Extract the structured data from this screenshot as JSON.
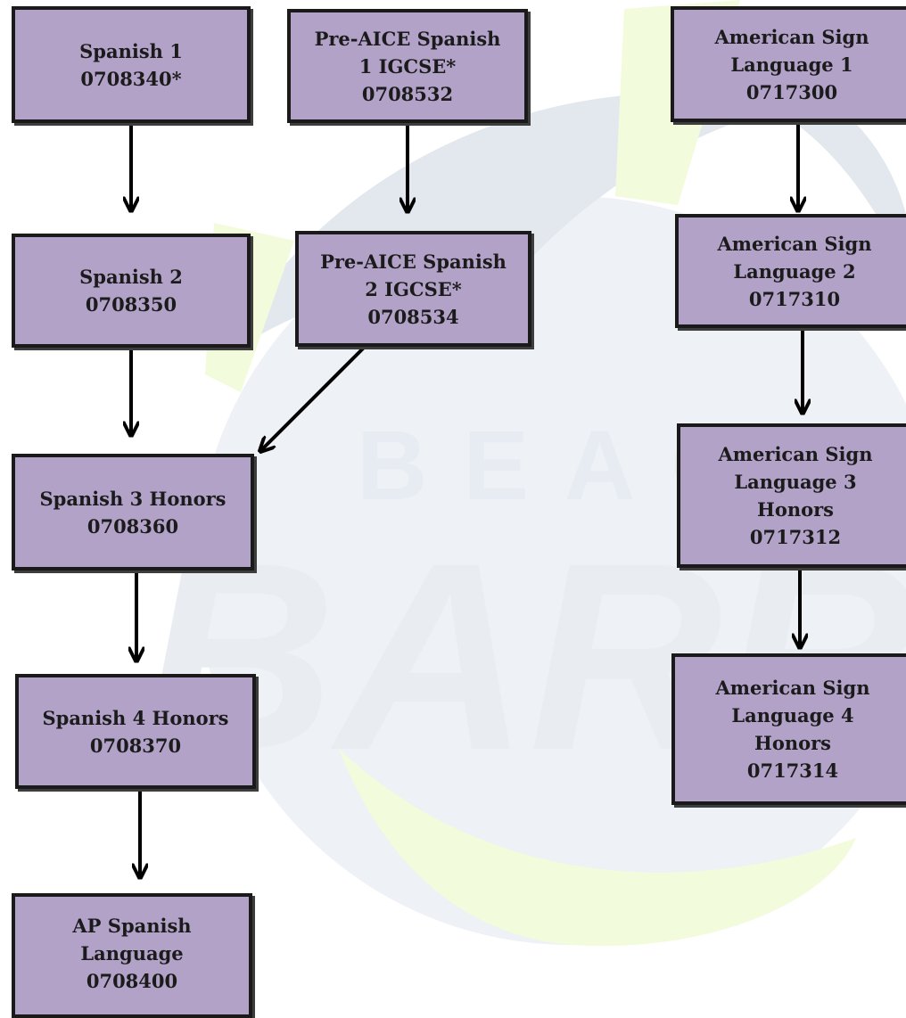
{
  "colors": {
    "box_fill": "#b2a2c8",
    "box_border": "#1a1a1a",
    "watermark_gray": "#e1e6ec",
    "watermark_green": "#f2fbdc"
  },
  "watermark": {
    "text_top": "BEAC",
    "text_bottom": "BARRA"
  },
  "spanish": {
    "s1": {
      "lines": [
        "Spanish 1",
        "0708340*"
      ]
    },
    "s2": {
      "lines": [
        "Spanish 2",
        "0708350"
      ]
    },
    "s3": {
      "lines": [
        "Spanish 3 Honors",
        "0708360"
      ]
    },
    "s4": {
      "lines": [
        "Spanish 4 Honors",
        "0708370"
      ]
    },
    "ap": {
      "lines": [
        "AP Spanish",
        "Language",
        "0708400"
      ]
    }
  },
  "pre_aice": {
    "p1": {
      "lines": [
        "Pre-AICE Spanish",
        "1 IGCSE*",
        "0708532"
      ]
    },
    "p2": {
      "lines": [
        "Pre-AICE Spanish",
        "2 IGCSE*",
        "0708534"
      ]
    }
  },
  "asl": {
    "a1": {
      "lines": [
        "American Sign",
        "Language 1",
        "0717300"
      ]
    },
    "a2": {
      "lines": [
        "American Sign",
        "Language 2",
        "0717310"
      ]
    },
    "a3": {
      "lines": [
        "American Sign",
        "Language 3",
        "Honors",
        "0717312"
      ]
    },
    "a4": {
      "lines": [
        "American Sign",
        "Language 4",
        "Honors",
        "0717314"
      ]
    }
  }
}
